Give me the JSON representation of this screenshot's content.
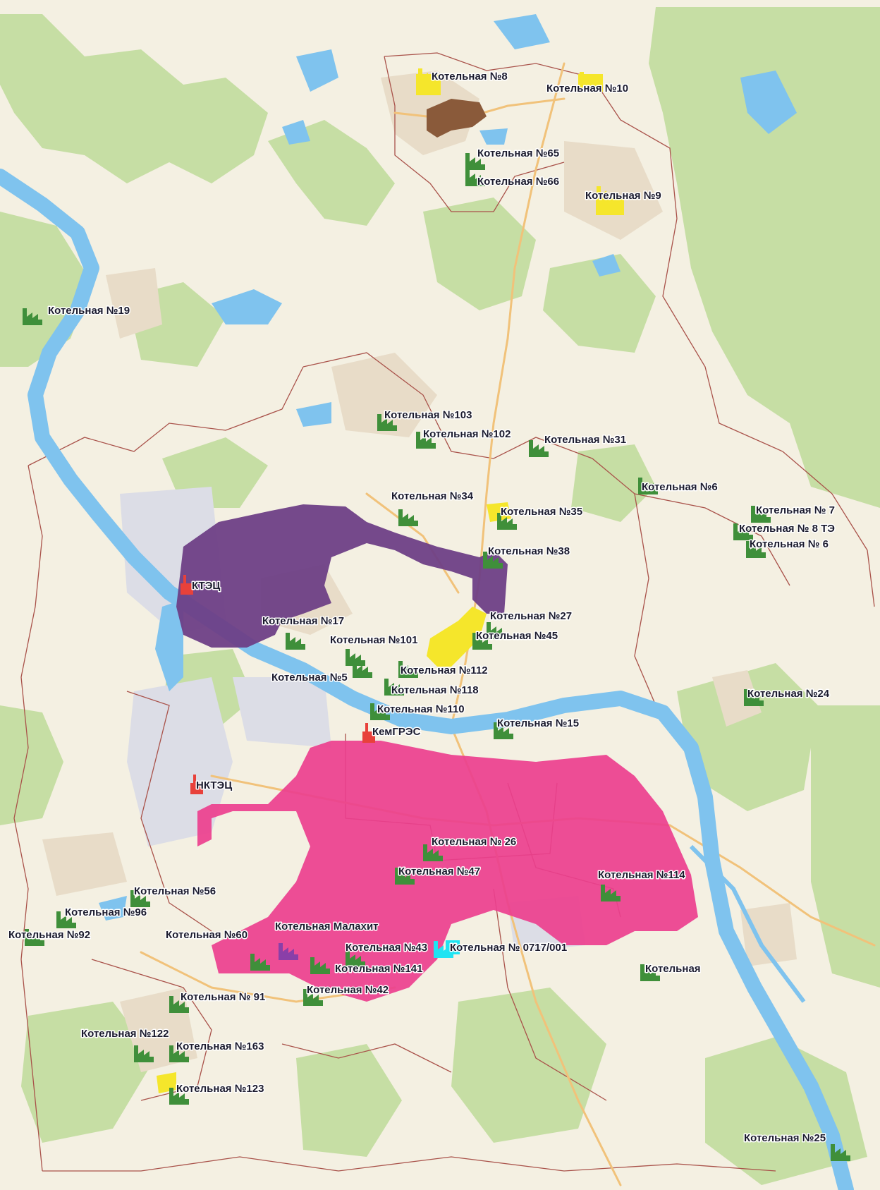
{
  "colors": {
    "background": "#f4f0e2",
    "forest": "#c6dea4",
    "forest_dark": "#b2d28a",
    "settlement": "#e8dcc8",
    "industrial": "#dcdde6",
    "water": "#7fc3ee",
    "road": "#f1c27a",
    "boundary": "#a9524a",
    "zone_ktec": "#6e3f86",
    "zone_kemgres": "#ec3f8e",
    "zone_yellow": "#f5e62b",
    "zone_brown": "#8a5a3a",
    "boiler": "#3f8f3a",
    "source": "#e8413b",
    "cyan": "#1fe4f2",
    "purple": "#8a3fa8"
  },
  "legend_icons": {
    "boiler": "factory-icon",
    "heat_source": "power-plant-icon"
  },
  "boilers": [
    {
      "label": "Котельная №8",
      "color": "yellow"
    },
    {
      "label": "Котельная №10",
      "color": "yellow"
    },
    {
      "label": "Котельная №65",
      "color": "green"
    },
    {
      "label": "Котельная №66",
      "color": "green"
    },
    {
      "label": "Котельная №9",
      "color": "yellow"
    },
    {
      "label": "Котельная №19",
      "color": "green"
    },
    {
      "label": "Котельная №103",
      "color": "green"
    },
    {
      "label": "Котельная №102",
      "color": "green"
    },
    {
      "label": "Котельная №31",
      "color": "green"
    },
    {
      "label": "Котельная №6",
      "color": "green"
    },
    {
      "label": "Котельная №34",
      "color": "green"
    },
    {
      "label": "Котельная №35",
      "color": "green"
    },
    {
      "label": "Котельная № 7",
      "color": "green"
    },
    {
      "label": "Котельная № 8 ТЭ",
      "color": "green"
    },
    {
      "label": "Котельная № 6",
      "color": "green"
    },
    {
      "label": "Котельная №38",
      "color": "green"
    },
    {
      "label": "Котельная №27",
      "color": "green"
    },
    {
      "label": "Котельная №17",
      "color": "green"
    },
    {
      "label": "Котельная №101",
      "color": "green"
    },
    {
      "label": "Котельная №45",
      "color": "green"
    },
    {
      "label": "Котельная №112",
      "color": "green"
    },
    {
      "label": "Котельная №5",
      "color": "green"
    },
    {
      "label": "Котельная №118",
      "color": "green"
    },
    {
      "label": "Котельная №110",
      "color": "green"
    },
    {
      "label": "Котельная №24",
      "color": "green"
    },
    {
      "label": "Котельная №15",
      "color": "green"
    },
    {
      "label": "Котельная № 26",
      "color": "green"
    },
    {
      "label": "Котельная №47",
      "color": "green"
    },
    {
      "label": "Котельная №114",
      "color": "green"
    },
    {
      "label": "Котельная №56",
      "color": "green"
    },
    {
      "label": "Котельная №96",
      "color": "green"
    },
    {
      "label": "Котельная №92",
      "color": "green"
    },
    {
      "label": "Котельная №60",
      "color": "green"
    },
    {
      "label": "Котельная Малахит",
      "color": "purple"
    },
    {
      "label": "Котельная №43",
      "color": "green"
    },
    {
      "label": "Котельная № 0717/001",
      "color": "cyan"
    },
    {
      "label": "Котельная",
      "color": "green"
    },
    {
      "label": "Котельная №141",
      "color": "green"
    },
    {
      "label": "Котельная № 91",
      "color": "green"
    },
    {
      "label": "Котельная №42",
      "color": "green"
    },
    {
      "label": "Котельная №122",
      "color": "green"
    },
    {
      "label": "Котельная №163",
      "color": "green"
    },
    {
      "label": "Котельная №123",
      "color": "green"
    },
    {
      "label": "Котельная №25",
      "color": "green"
    }
  ],
  "sources": [
    {
      "label": "КТЭЦ"
    },
    {
      "label": "КемГРЭС"
    },
    {
      "label": "НКТЭЦ"
    }
  ]
}
